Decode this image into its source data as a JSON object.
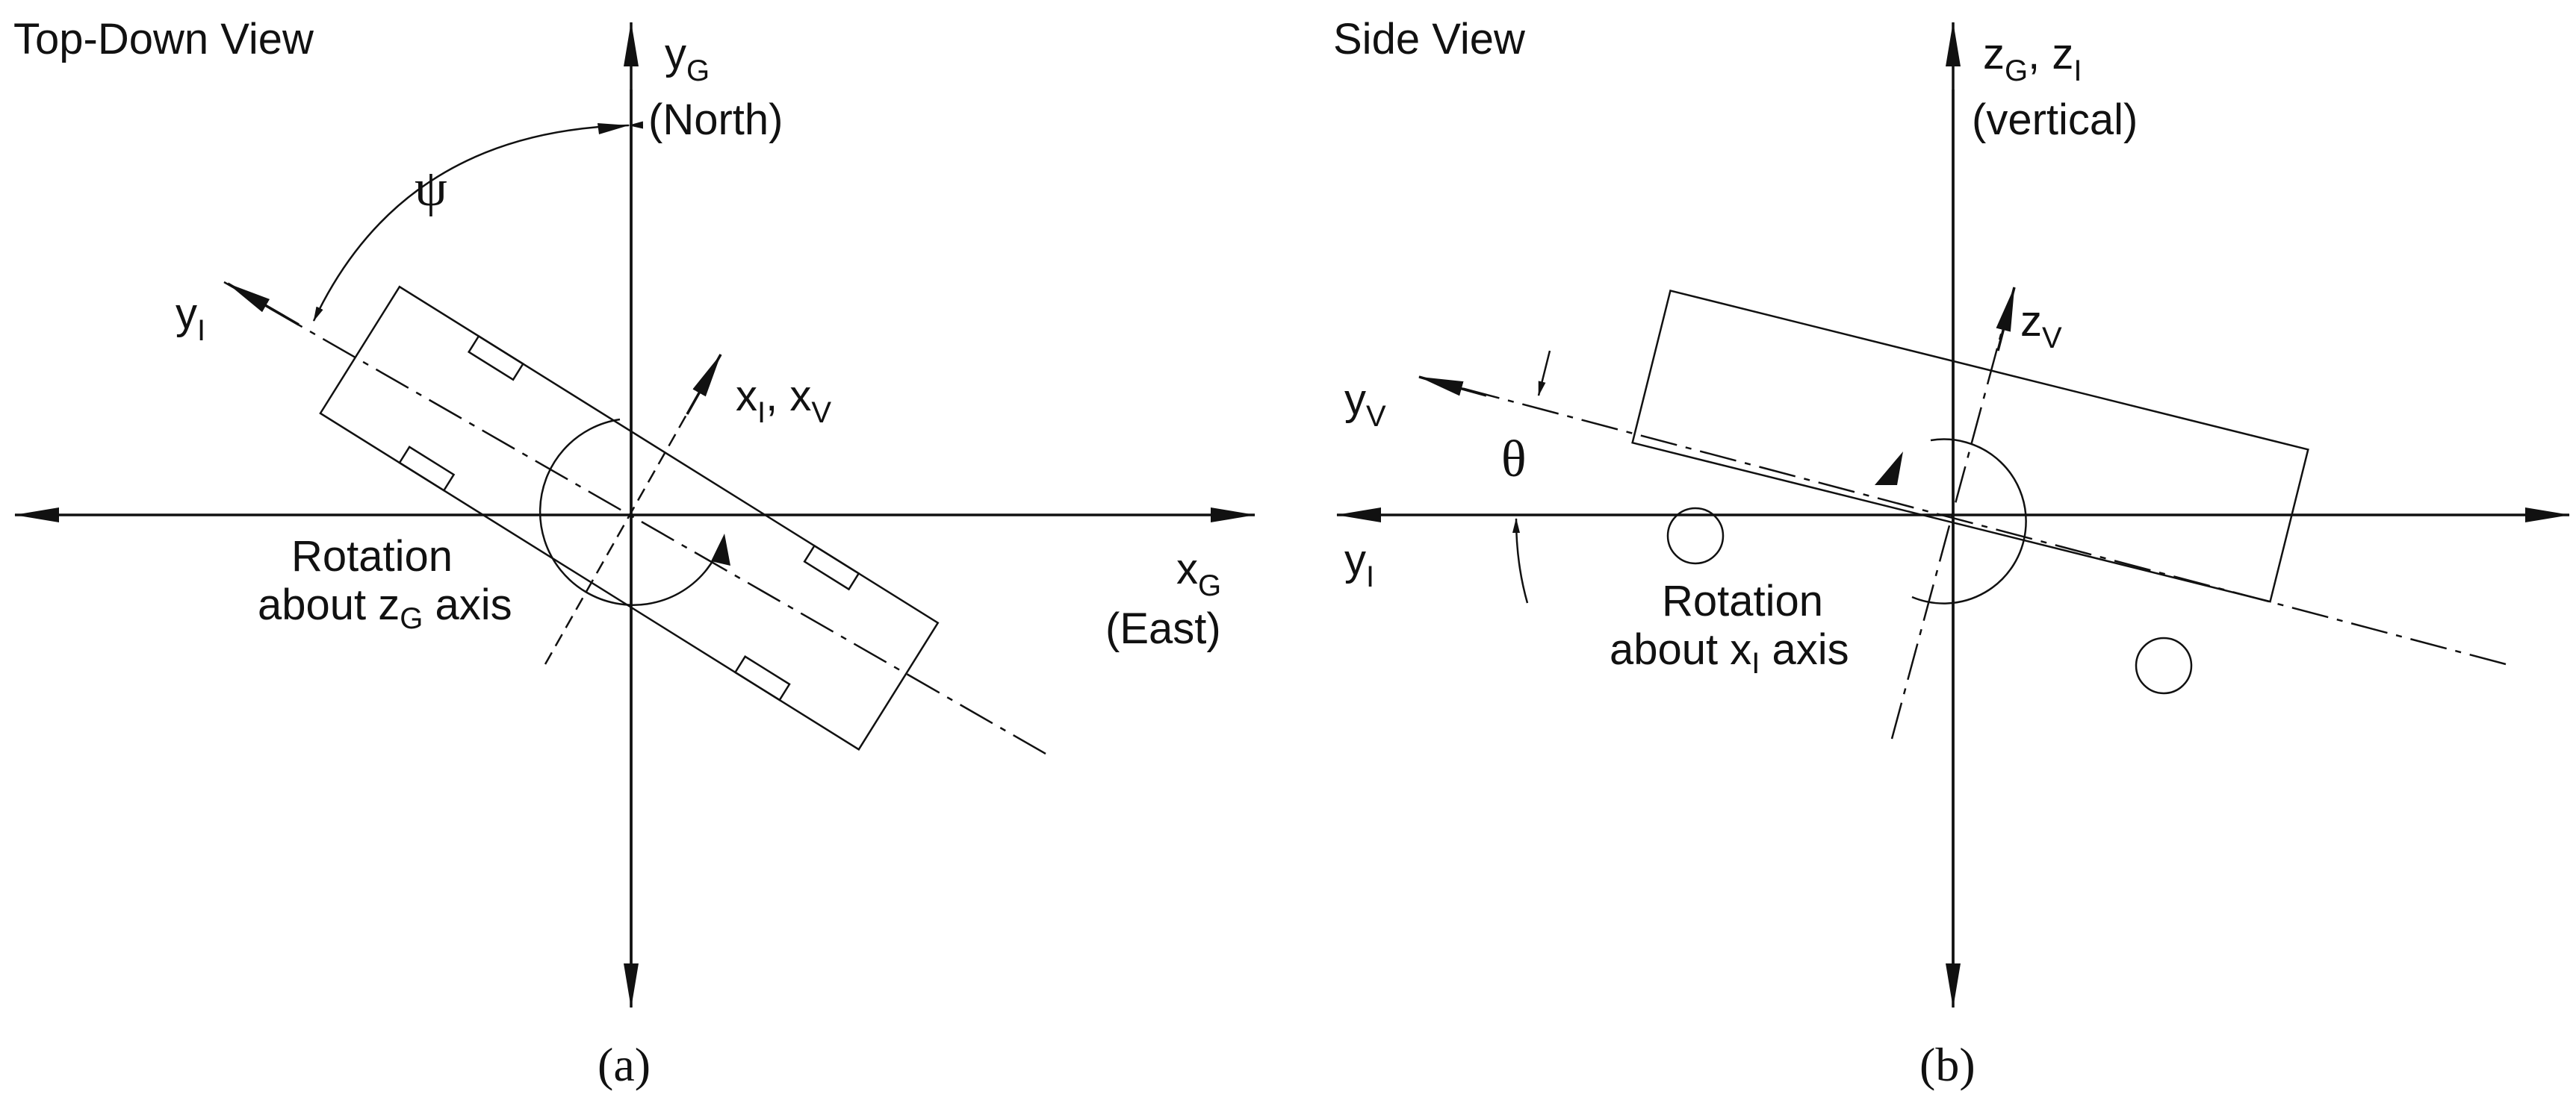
{
  "panel_a": {
    "title": "Top-Down View",
    "y_axis_main": "y",
    "y_axis_sub": "G",
    "y_axis_note": "(North)",
    "x_axis_main": "x",
    "x_axis_sub": "G",
    "x_axis_note": "(East)",
    "psi_symbol": "ψ",
    "yi_main": "y",
    "yi_sub": "I",
    "xi_main": "x",
    "xi_sub": "I",
    "xi_sep": ", x",
    "xv_sub": "V",
    "rotation_line1": "Rotation",
    "rotation_line2a": "about z",
    "rotation_line2_sub": "G",
    "rotation_line2b": " axis",
    "caption": "(a)"
  },
  "panel_b": {
    "title": "Side View",
    "z_axis_main": "z",
    "z_axis_sub": "G",
    "z_axis_sep": ", z",
    "z_axis_sub2": "I",
    "z_axis_note": "(vertical)",
    "zv_main": "z",
    "zv_sub": "V",
    "yv_main": "y",
    "yv_sub": "V",
    "yi_main": "y",
    "yi_sub": "I",
    "theta_symbol": "θ",
    "rotation_line1": "Rotation",
    "rotation_line2a": "about x",
    "rotation_line2_sub": "I",
    "rotation_line2b": " axis",
    "caption": "(b)"
  }
}
